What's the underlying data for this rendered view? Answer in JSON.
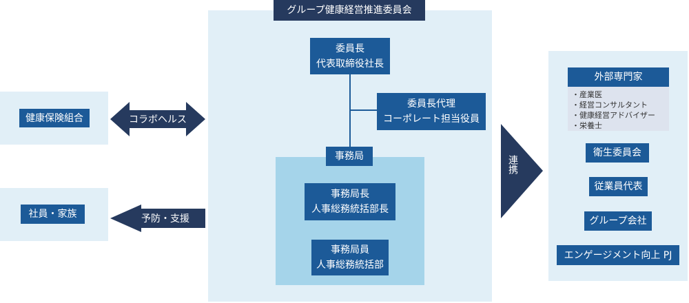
{
  "left": {
    "partner": "健康保険組合",
    "employees": "社員・家族"
  },
  "arrows": {
    "collab": "コラボヘルス",
    "support": "予防・支援",
    "link": "連携"
  },
  "committee": {
    "title": "グループ健康経営推進委員会",
    "chair": {
      "role": "委員長",
      "name": "代表取締役社長"
    },
    "vice": {
      "role": "委員長代理",
      "name": "コーポレート担当役員"
    },
    "secretariat": {
      "label": "事務局",
      "head": {
        "role": "事務局長",
        "name": "人事総務統括部長"
      },
      "member": {
        "role": "事務局員",
        "name": "人事総務統括部"
      }
    }
  },
  "external": {
    "title": "外部専門家",
    "items": [
      "産業医",
      "経営コンサルタント",
      "健康経営アドバイザー",
      "栄養士"
    ]
  },
  "partners": [
    "衛生委員会",
    "従業員代表",
    "グループ会社",
    "エンゲージメント向上 PJ"
  ],
  "colors": {
    "box": "#1c5a98",
    "arrow": "#263a5e",
    "panel": "#e1eff7",
    "inner": "#a5d4ea"
  }
}
